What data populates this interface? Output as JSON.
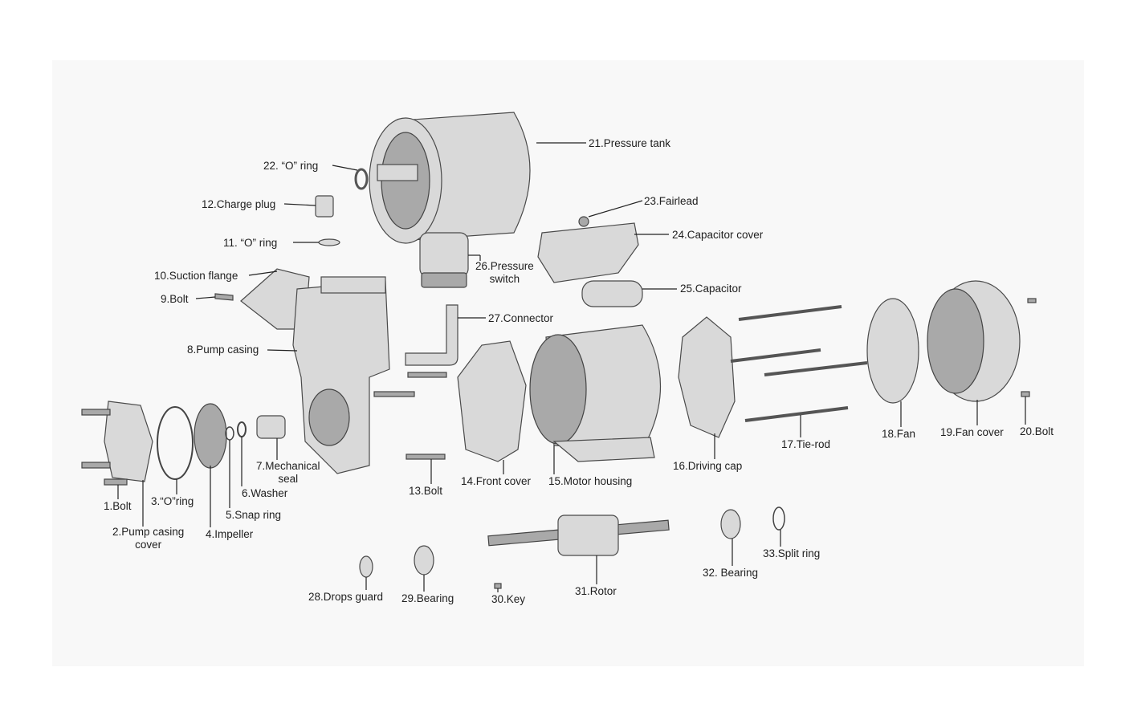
{
  "labels": {
    "l1": "1.Bolt",
    "l2a": "2.Pump casing",
    "l2b": "cover",
    "l3": "3.“O”ring",
    "l4": "4.Impeller",
    "l5": "5.Snap ring",
    "l6": "6.Washer",
    "l7a": "7.Mechanical",
    "l7b": "seal",
    "l8": "8.Pump casing",
    "l9": "9.Bolt",
    "l10": "10.Suction flange",
    "l11": "11. “O” ring",
    "l12": "12.Charge plug",
    "l13": "13.Bolt",
    "l14": "14.Front cover",
    "l15": "15.Motor housing",
    "l16": "16.Driving cap",
    "l17": "17.Tie-rod",
    "l18": "18.Fan",
    "l19": "19.Fan cover",
    "l20": "20.Bolt",
    "l21": "21.Pressure tank",
    "l22": "22. “O” ring",
    "l23": "23.Fairlead",
    "l24": "24.Capacitor cover",
    "l25": "25.Capacitor",
    "l26a": "26.Pressure",
    "l26b": "switch",
    "l27": "27.Connector",
    "l28": "28.Drops guard",
    "l29": "29.Bearing",
    "l30": "30.Key",
    "l31": "31.Rotor",
    "l32": "32. Bearing",
    "l33": "33.Split ring"
  }
}
